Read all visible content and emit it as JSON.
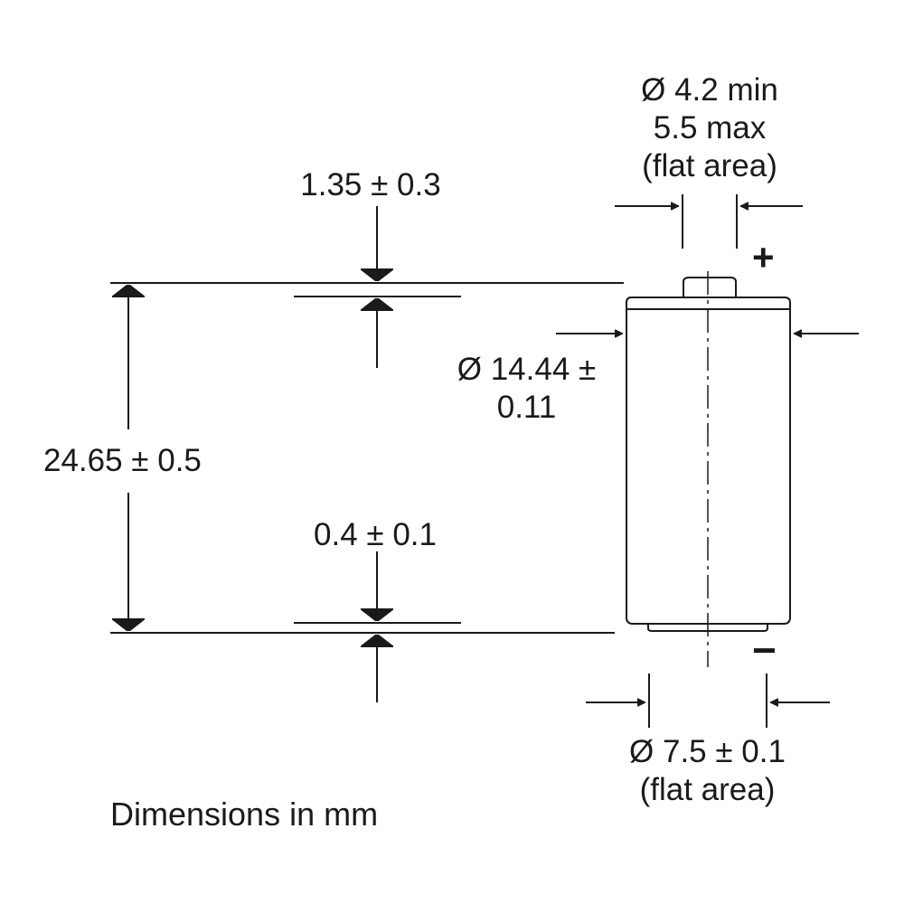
{
  "diagram": {
    "cap_diameter": {
      "line1": "Ø 4.2 min",
      "line2": "5.5 max",
      "line3": "(flat area)"
    },
    "top_thickness": "1.35 ± 0.3",
    "body_diameter": {
      "line1": "Ø 14.44 ±",
      "line2": "0.11"
    },
    "overall_height": "24.65 ± 0.5",
    "bottom_thickness": "0.4 ± 0.1",
    "bottom_diameter": {
      "line1": "Ø 7.5 ± 0.1",
      "line2": "(flat area)"
    },
    "positive_terminal": "+",
    "negative_terminal": "−",
    "units_note": "Dimensions in mm"
  }
}
